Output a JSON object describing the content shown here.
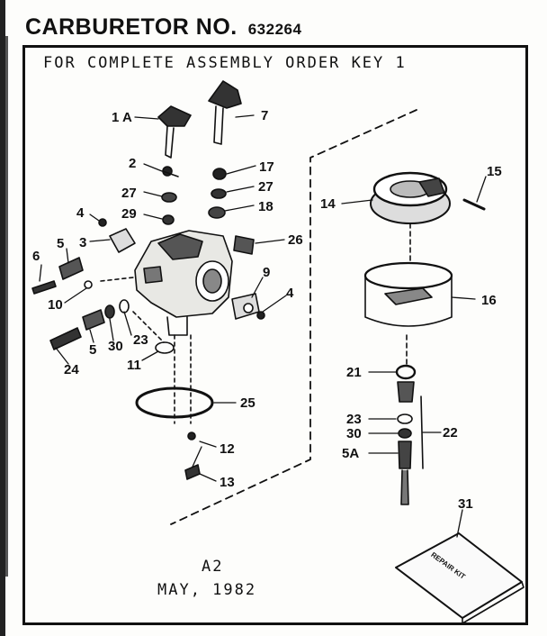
{
  "title": {
    "text": "CARBURETOR NO.",
    "number": "632264"
  },
  "note": "FOR COMPLETE ASSEMBLY ORDER KEY 1",
  "footer": {
    "code": "A2",
    "date": "MAY, 1982"
  },
  "repair_kit_text": "REPAIR KIT",
  "parts": {
    "p1a": "1 A",
    "p7": "7",
    "p2": "2",
    "p17": "17",
    "p27a": "27",
    "p27b": "27",
    "p29": "29",
    "p18": "18",
    "p4a": "4",
    "p3": "3",
    "p26": "26",
    "p6": "6",
    "p5a": "5",
    "p10": "10",
    "p9": "9",
    "p4b": "4",
    "p5b": "5",
    "p30a": "30",
    "p23a": "23",
    "p24": "24",
    "p11": "11",
    "p25": "25",
    "p12": "12",
    "p13": "13",
    "p14": "14",
    "p15": "15",
    "p16": "16",
    "p21": "21",
    "p23b": "23",
    "p22": "22",
    "p30b": "30",
    "p5a_kit": "5A",
    "p31": "31"
  }
}
